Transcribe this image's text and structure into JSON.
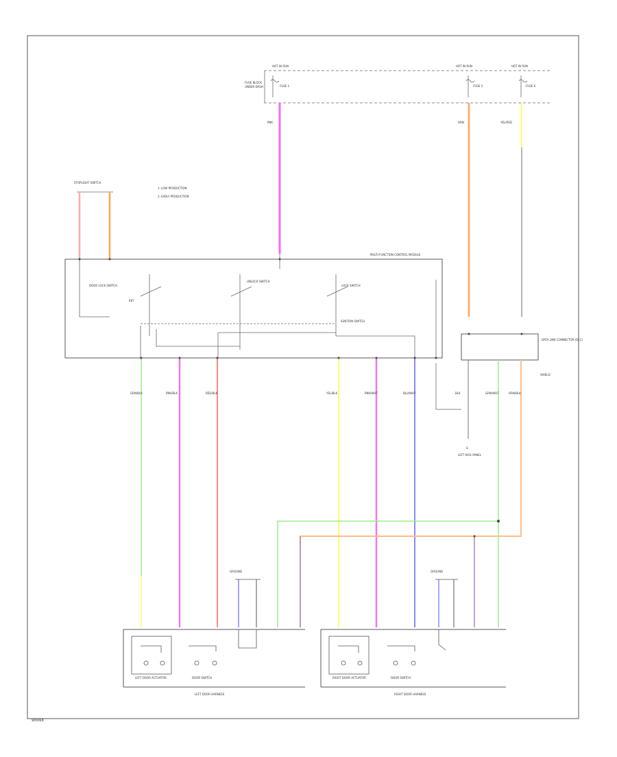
{
  "diagram": {
    "page_code": "W0068",
    "notes": {
      "n1": "1: LOW PRODUCTION",
      "n2": "2: EARLY PRODUCTION"
    },
    "labels": {
      "hot_run1": "HOT IN RUN",
      "hot_run2": "HOT IN RUN",
      "hot_run3": "HOT IN RUN",
      "fuse1": "FUSE 1",
      "fuse2": "FUSE 5",
      "fuse3": "FUSE 6",
      "fuse_block": "FUSE BLOCK",
      "under_dash": "UNDER-DASH",
      "stoplight": "STOPLIGHT SWITCH",
      "multi_module": "MULTI-FUNCTION CONTROL MODULE",
      "door_lock_sw": "DOOR LOCK SWITCH",
      "unlock_sw": "UNLOCK SWITCH",
      "lock_sw": "LOCK SWITCH",
      "key": "KEY",
      "ignition": "IGNITION SWITCH",
      "dash_unit": "DATA LINK CONNECTOR (DLC)",
      "ground": "G",
      "ground_note": "LEFT KICK PANEL",
      "shield": "SHIELD",
      "lf_motor": "LEFT DOOR ACTUATOR",
      "lf_door_sw": "DOOR SWITCH",
      "lf_group": "LEFT DOOR HARNESS",
      "rf_motor": "RIGHT DOOR ACTUATOR",
      "rf_door_sw": "DOOR SWITCH",
      "rf_group": "RIGHT DOOR HARNESS",
      "ground_top_l": "GROUND",
      "ground_top_r": "GROUND"
    },
    "wire_colors": {
      "pink": "#ff66ff",
      "orange": "#ffa64d",
      "yellow": "#ffff66",
      "green": "#99ee88",
      "magenta": "#ee77ee",
      "red": "#ff8888",
      "blue": "#8888ff",
      "salmon": "#ffaaaa",
      "purple": "#aa88bb",
      "peach": "#ffbb88"
    },
    "wire_codes": {
      "top_pink": "PNK",
      "top_orange": "ORN",
      "top_yellow": "YEL/RED",
      "bot_green": "GRN/BLK",
      "bot_magenta": "PNK/BLK",
      "bot_red": "RED/BLK",
      "bot_yellow": "YEL/BLK",
      "bot_magenta2": "PNK/WHT",
      "bot_blue": "BLU/WHT",
      "bot_black": "BLK",
      "bot_green2": "GRN/WHT",
      "bot_peach": "ORN/BLK"
    }
  }
}
